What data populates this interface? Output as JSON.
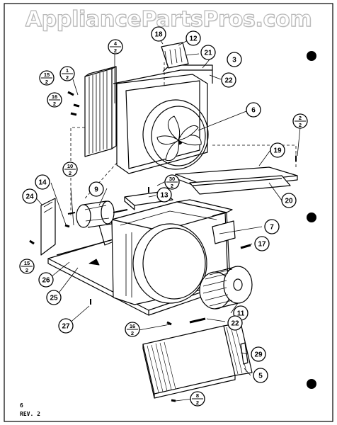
{
  "watermark": "AppliancePartsPros.com",
  "page_number": "6",
  "revision": "REV. 2",
  "callouts": [
    {
      "id": "c18",
      "label": "18"
    },
    {
      "id": "c12",
      "label": "12"
    },
    {
      "id": "c21",
      "label": "21"
    },
    {
      "id": "c3",
      "label": "3"
    },
    {
      "id": "c22a",
      "label": "22"
    },
    {
      "id": "c6",
      "label": "6"
    },
    {
      "id": "c19",
      "label": "19"
    },
    {
      "id": "c20",
      "label": "20"
    },
    {
      "id": "c9",
      "label": "9"
    },
    {
      "id": "c13",
      "label": "13"
    },
    {
      "id": "c24",
      "label": "24"
    },
    {
      "id": "c14",
      "label": "14"
    },
    {
      "id": "c7",
      "label": "7"
    },
    {
      "id": "c17",
      "label": "17"
    },
    {
      "id": "c26a",
      "label": "26"
    },
    {
      "id": "c25",
      "label": "25"
    },
    {
      "id": "c27",
      "label": "27"
    },
    {
      "id": "c11",
      "label": "11"
    },
    {
      "id": "c22b",
      "label": "22"
    },
    {
      "id": "c29",
      "label": "29"
    },
    {
      "id": "c5",
      "label": "5"
    }
  ],
  "fractions": [
    {
      "id": "f4_2",
      "top": "4",
      "bottom": "2"
    },
    {
      "id": "f15_2a",
      "top": "15",
      "bottom": "2"
    },
    {
      "id": "f1_2a",
      "top": "1",
      "bottom": "2"
    },
    {
      "id": "f16_2a",
      "top": "16",
      "bottom": "2"
    },
    {
      "id": "f2_2",
      "top": "2",
      "bottom": "2"
    },
    {
      "id": "f10_2",
      "top": "10",
      "bottom": "2"
    },
    {
      "id": "f30_2",
      "top": "30",
      "bottom": "2"
    },
    {
      "id": "f15_2b",
      "top": "15",
      "bottom": "2"
    },
    {
      "id": "f16_2b",
      "top": "16",
      "bottom": "2"
    },
    {
      "id": "f8_2",
      "top": "8",
      "bottom": "2"
    }
  ],
  "colors": {
    "ink": "#000000",
    "paper": "#ffffff",
    "watermark": "#b8b8b8"
  }
}
